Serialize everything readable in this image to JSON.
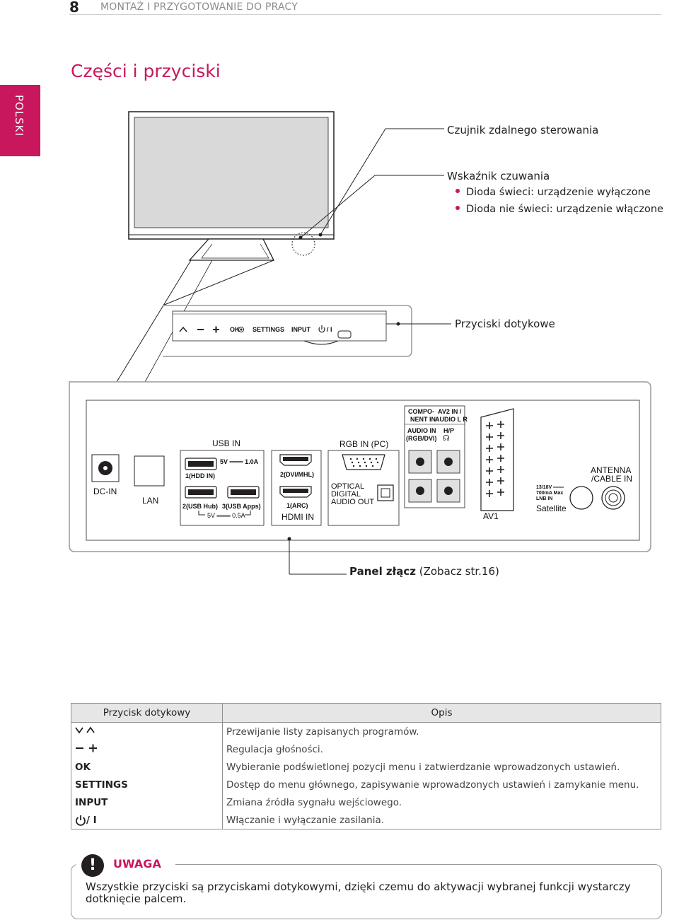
{
  "header": {
    "page_number": "8",
    "section": "MONTAŻ I PRZYGOTOWANIE DO PRACY"
  },
  "side_tab": "POLSKI",
  "title": "Części i przyciski",
  "callouts": {
    "remote_sensor": "Czujnik zdalnego sterowania",
    "standby": "Wskaźnik czuwania",
    "standby_items": [
      "Dioda świeci: urządzenie wyłączone",
      "Dioda nie świeci: urządzenie włączone"
    ],
    "touch_buttons": "Przyciski dotykowe",
    "panel_bold": "Panel złącz",
    "panel_ref": " (Zobacz str.16)"
  },
  "button_strip": {
    "ok": "OK",
    "settings": "SETTINGS",
    "input": "INPUT",
    "power": "/ I"
  },
  "ports": {
    "dc_in": "DC-IN",
    "lan": "LAN",
    "usb_in": "USB IN",
    "usb_power_1": "5V ═══ 1.0A",
    "usb_1": "1(HDD IN)",
    "usb_2": "2(USB Hub)",
    "usb_3": "3(USB Apps)",
    "usb_power_2": "5V ═══ 0.5A",
    "hdmi_2": "2(DVI/MHL)",
    "hdmi_1": "1(ARC)",
    "hdmi_in": "HDMI IN",
    "rgb_in": "RGB IN (PC)",
    "optical": [
      "OPTICAL",
      "DIGITAL",
      "AUDIO OUT"
    ],
    "component": [
      "COMPO-",
      "NENT IN"
    ],
    "av2": [
      "AV2 IN /",
      "AUDIO L R"
    ],
    "audio_in": [
      "AUDIO IN",
      "(RGB/DVI)"
    ],
    "hp": "H/P",
    "av1": "AV1",
    "lnb": [
      "13/18V ═══",
      "700mA Max",
      "LNB IN"
    ],
    "satellite": "Satellite",
    "antenna": [
      "ANTENNA",
      "/CABLE IN"
    ]
  },
  "table": {
    "headers": [
      "Przycisk dotykowy",
      "Opis"
    ],
    "rows": [
      {
        "button": "",
        "desc": "Przewijanie listy zapisanych programów."
      },
      {
        "button": "",
        "desc": "Regulacja głośności."
      },
      {
        "button": "OK",
        "desc": "Wybieranie podświetlonej pozycji menu i zatwierdzanie wprowadzonych ustawień."
      },
      {
        "button": "SETTINGS",
        "desc": "Dostęp do menu głównego, zapisywanie wprowadzonych ustawień i zamykanie menu."
      },
      {
        "button": "INPUT",
        "desc": "Zmiana źródła sygnału wejściowego."
      },
      {
        "button": "/ I",
        "desc": "Włączanie i wyłączanie zasilania."
      }
    ]
  },
  "note": {
    "title": "UWAGA",
    "text": "Wszystkie przyciski są przyciskami dotykowymi, dzięki czemu do aktywacji wybranej funkcji wystarczy dotknięcie palcem."
  },
  "colors": {
    "accent": "#c8175c"
  }
}
